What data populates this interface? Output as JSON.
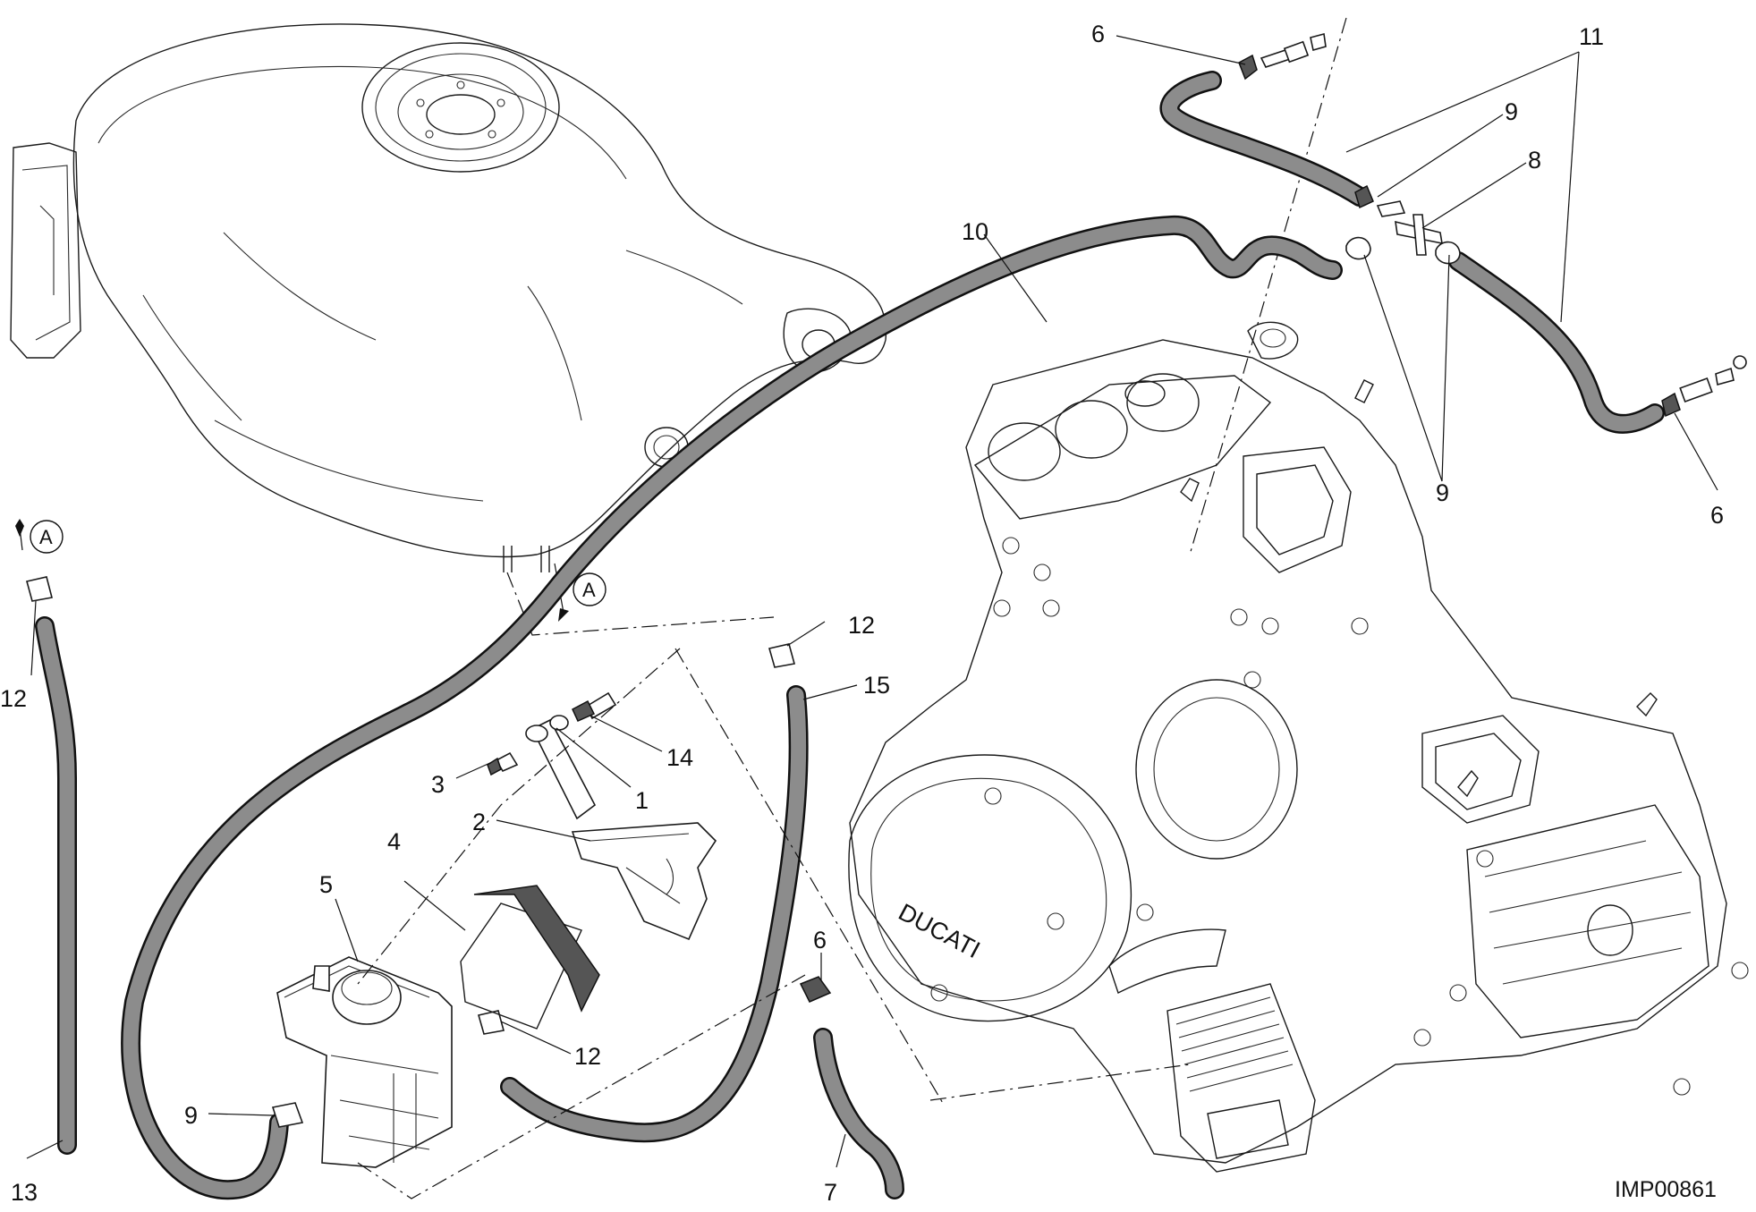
{
  "diagram": {
    "drawing_code": "IMP00861",
    "brand_marking": "DUCATI",
    "section_reference": "A",
    "callouts": [
      {
        "id": "c-6a",
        "text": "6"
      },
      {
        "id": "c-11",
        "text": "11"
      },
      {
        "id": "c-9a",
        "text": "9"
      },
      {
        "id": "c-8",
        "text": "8"
      },
      {
        "id": "c-10",
        "text": "10"
      },
      {
        "id": "c-9b",
        "text": "9"
      },
      {
        "id": "c-6b",
        "text": "6"
      },
      {
        "id": "c-12a",
        "text": "12"
      },
      {
        "id": "c-12b",
        "text": "12"
      },
      {
        "id": "c-15",
        "text": "15"
      },
      {
        "id": "c-14",
        "text": "14"
      },
      {
        "id": "c-3",
        "text": "3"
      },
      {
        "id": "c-1",
        "text": "1"
      },
      {
        "id": "c-2",
        "text": "2"
      },
      {
        "id": "c-4",
        "text": "4"
      },
      {
        "id": "c-5",
        "text": "5"
      },
      {
        "id": "c-6c",
        "text": "6"
      },
      {
        "id": "c-12c",
        "text": "12"
      },
      {
        "id": "c-9c",
        "text": "9"
      },
      {
        "id": "c-13",
        "text": "13"
      },
      {
        "id": "c-7",
        "text": "7"
      }
    ]
  }
}
